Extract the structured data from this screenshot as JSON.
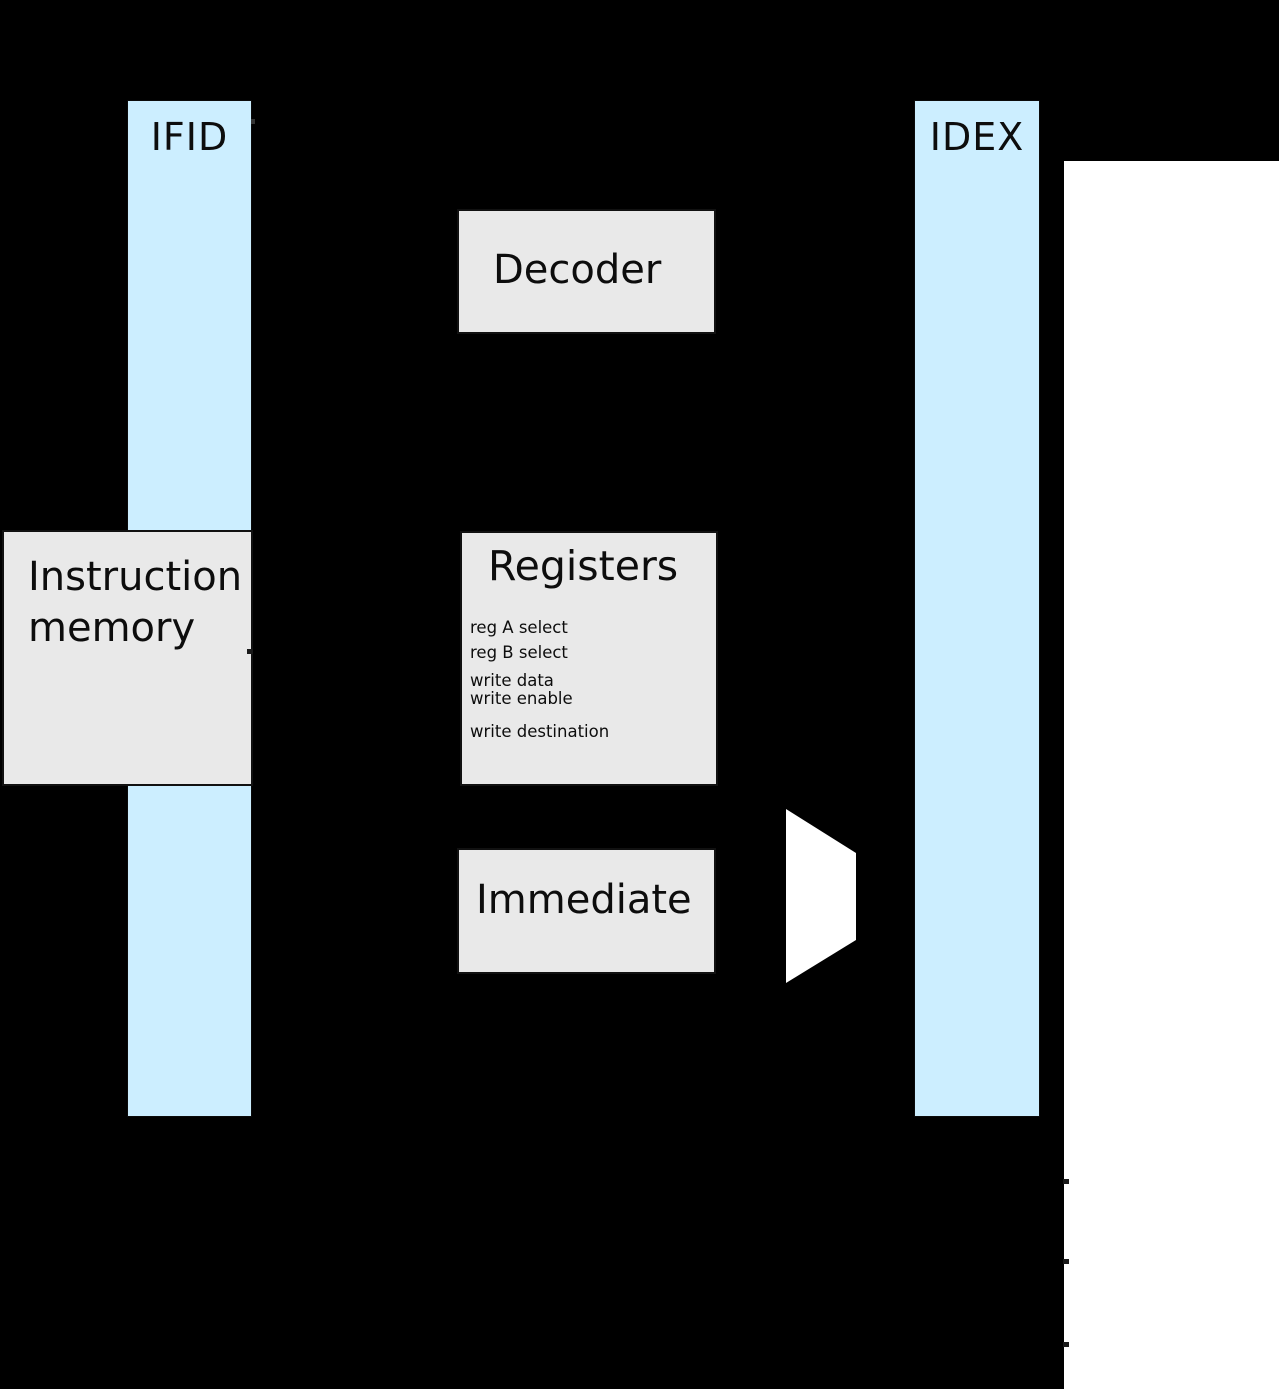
{
  "diagram": {
    "type": "cpu-pipeline-decode-stage",
    "colors": {
      "background": "#000000",
      "pipeline_register_fill": "#cceeff",
      "block_fill": "#e9e9e9",
      "outline": "#111111",
      "next_stage_fill": "#ffffff",
      "text": "#0d0d0d"
    },
    "pipeline_registers": {
      "ifid": {
        "label": "IFID"
      },
      "idex": {
        "label": "IDEX"
      }
    },
    "blocks": {
      "decoder": {
        "label": "Decoder"
      },
      "instruction_memory": {
        "label_line1": "Instruction",
        "label_line2": "memory"
      },
      "registers": {
        "title": "Registers",
        "ports": [
          "reg A select",
          "reg B select",
          "write data",
          "write enable",
          "write destination"
        ]
      },
      "immediate": {
        "label": "Immediate"
      }
    },
    "mux": {
      "shape": "trapezoid-right"
    }
  }
}
